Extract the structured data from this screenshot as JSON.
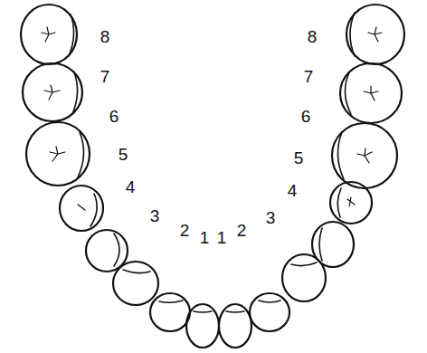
{
  "diagram": {
    "labels": [
      "8",
      "7",
      "6",
      "5",
      "4",
      "3",
      "2",
      "1",
      "1",
      "2",
      "3",
      "4",
      "5",
      "6",
      "7",
      "8"
    ]
  }
}
